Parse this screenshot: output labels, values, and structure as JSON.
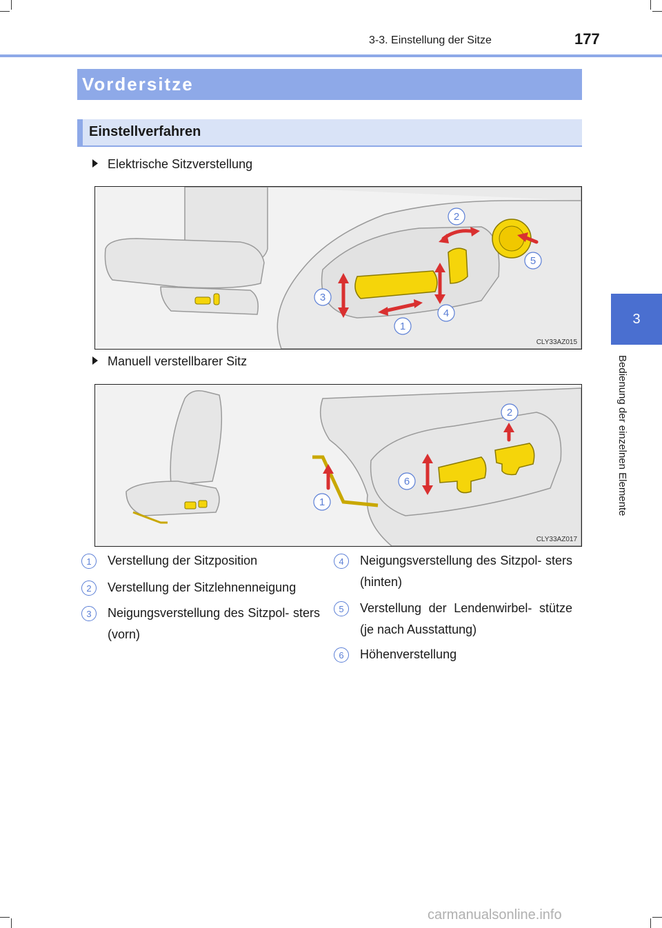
{
  "header": {
    "section": "3-3. Einstellung der Sitze",
    "page_number": "177"
  },
  "side_tab": {
    "number": "3",
    "label": "Bedienung der einzelnen Elemente"
  },
  "section_title": "Vordersitze",
  "subsection_title": "Einstellverfahren",
  "bullets": {
    "electric": "Elektrische Sitzverstellung",
    "manual": "Manuell verstellbarer Sitz"
  },
  "figures": {
    "electric": {
      "code": "CLY33AZ015",
      "callouts": [
        "1",
        "2",
        "3",
        "4",
        "5"
      ]
    },
    "manual": {
      "code": "CLY33AZ017",
      "callouts": [
        "1",
        "2",
        "6"
      ]
    }
  },
  "legend": [
    {
      "num": "1",
      "text": "Verstellung der Sitzposition"
    },
    {
      "num": "2",
      "text": "Verstellung der Sitzlehnenneigung"
    },
    {
      "num": "3",
      "text": "Neigungsverstellung des Sitzpol- sters (vorn)"
    },
    {
      "num": "4",
      "text": "Neigungsverstellung des Sitzpol- sters (hinten)"
    },
    {
      "num": "5",
      "text": "Verstellung der Lendenwirbel- stütze (je nach Ausstattung)"
    },
    {
      "num": "6",
      "text": "Höhenverstellung"
    }
  ],
  "watermark": "carmanualsonline.info",
  "colors": {
    "accent": "#8ea9e8",
    "tab": "#4a6fd0",
    "callout": "#5b7fd6",
    "control": "#f5d50a",
    "arrow": "#d93030"
  }
}
